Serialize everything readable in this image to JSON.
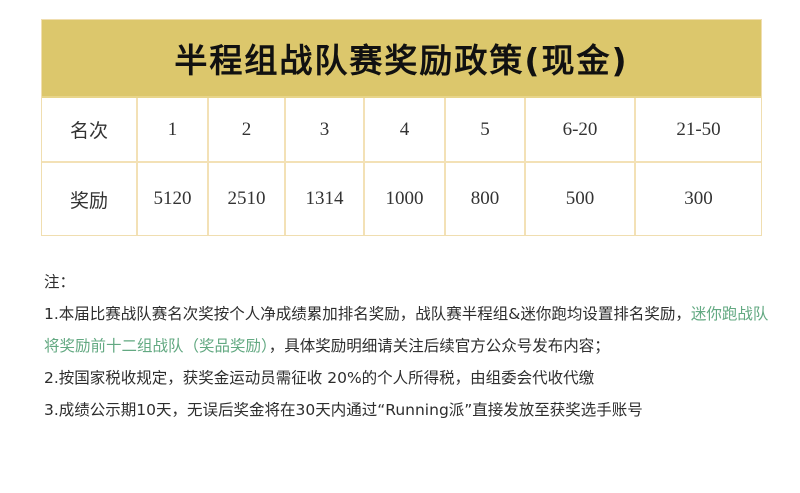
{
  "title": "半程组战队赛奖励政策(现金)",
  "table": {
    "rank_label": "名次",
    "reward_label": "奖励",
    "ranks": [
      "1",
      "2",
      "3",
      "4",
      "5",
      "6-20",
      "21-50"
    ],
    "rewards": [
      "5120",
      "2510",
      "1314",
      "1000",
      "800",
      "500",
      "300"
    ]
  },
  "notes": {
    "heading": "注：",
    "item1_part1": "1.本届比赛战队赛名次奖按个人净成绩累加排名奖励，战队赛半程组&迷你跑均设置排名奖励，",
    "item1_green": "迷你跑战队将奖励前十二组战队（奖品奖励）",
    "item1_part2": "，具体奖励明细请关注后续官方公众号发布内容；",
    "item2": "2.按国家税收规定，获奖金运动员需征收 20%的个人所得税，由组委会代收代缴",
    "item3": "3.成绩公示期10天，无误后奖金将在30天内通过“Running派”直接发放至获奖选手账号"
  },
  "colors": {
    "title_bg": "#dcc76c",
    "border": "#f3e1b6",
    "highlight_text": "#63a982"
  }
}
